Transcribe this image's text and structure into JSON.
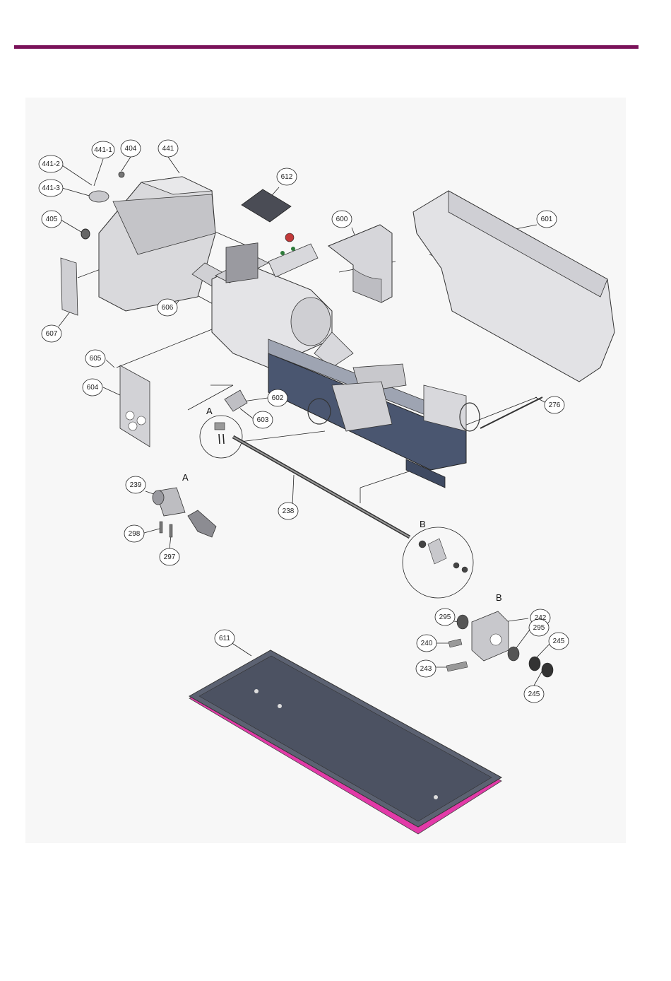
{
  "callouts": {
    "p441_1": "441-1",
    "p404": "404",
    "p441": "441",
    "p441_2": "441-2",
    "p441_3": "441-3",
    "p612": "612",
    "p405": "405",
    "p600": "600",
    "p601": "601",
    "p606": "606",
    "p607": "607",
    "p605": "605",
    "p604": "604",
    "p602": "602",
    "p603": "603",
    "p276": "276",
    "p239": "239",
    "p238": "238",
    "p298": "298",
    "p297": "297",
    "p295a": "295",
    "p242": "242",
    "p240": "240",
    "p295b": "295",
    "p245a": "245",
    "p243": "243",
    "p245b": "245",
    "p611": "611"
  },
  "detail_labels": {
    "a_small": "A",
    "a_large": "A",
    "b_small": "B",
    "b_large": "B"
  },
  "colors": {
    "accent_line": "#7a1259",
    "tray_edge": "#e23aa8",
    "tray_top": "#5c6272",
    "bed_blue": "#4a5670"
  }
}
